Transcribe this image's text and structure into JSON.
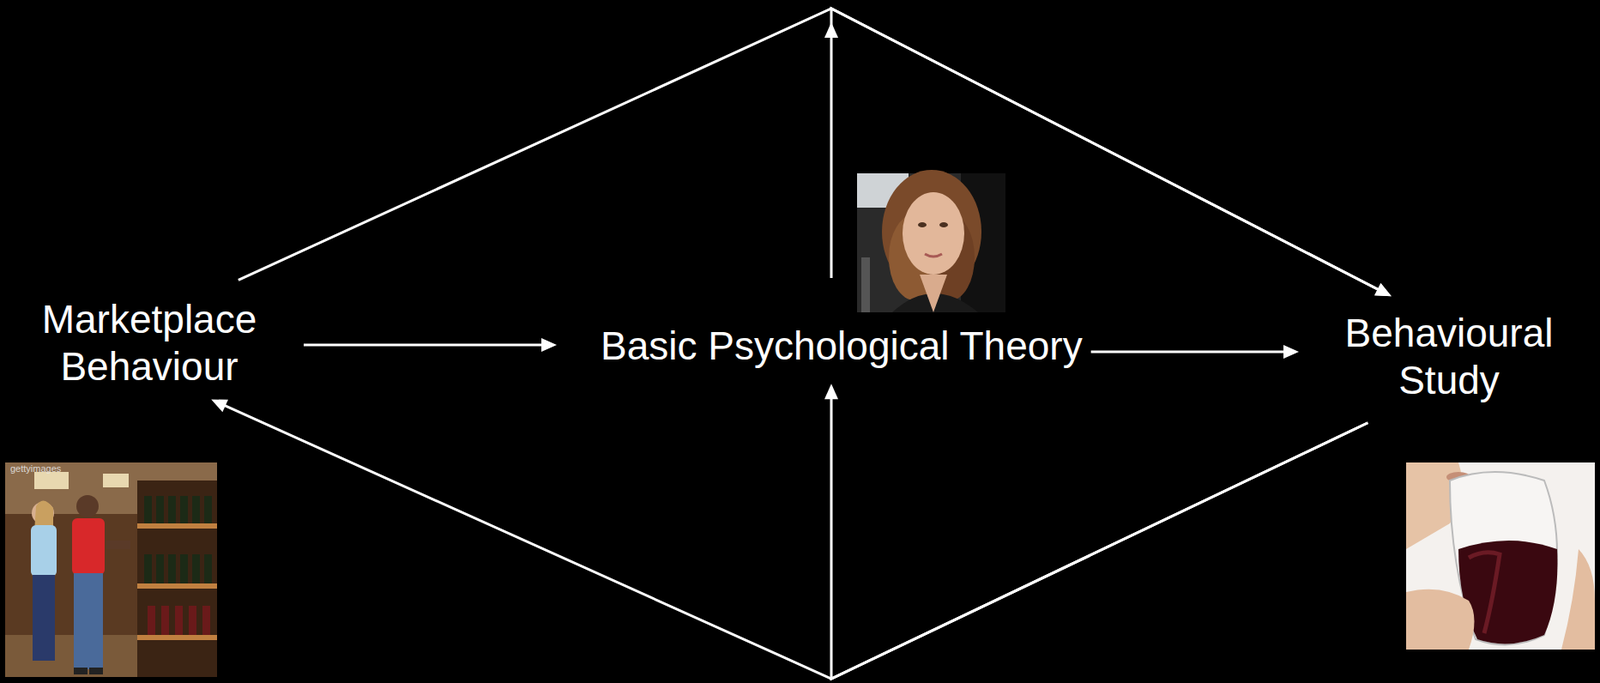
{
  "diagram": {
    "nodes": [
      {
        "text": [
          "Marketplace Behaviour"
        ]
      },
      {
        "text": [
          "Basic Psychological Theory"
        ]
      },
      {
        "text": [
          "Behavioural Study"
        ]
      }
    ],
    "edges": [
      {
        "from": 0,
        "to": 1,
        "arrow": "to"
      },
      {
        "from": 1,
        "to": 2,
        "arrow": "to"
      },
      {
        "from": 0,
        "to": 2,
        "arrow": "to"
      },
      {
        "from": 1,
        "to": 2,
        "arrow": "to"
      },
      {
        "from": 2,
        "to": 0,
        "arrow": "to"
      },
      {
        "from": 2,
        "to": 1,
        "arrow": "to"
      }
    ],
    "labels": [
      "gettyimages"
    ]
  }
}
